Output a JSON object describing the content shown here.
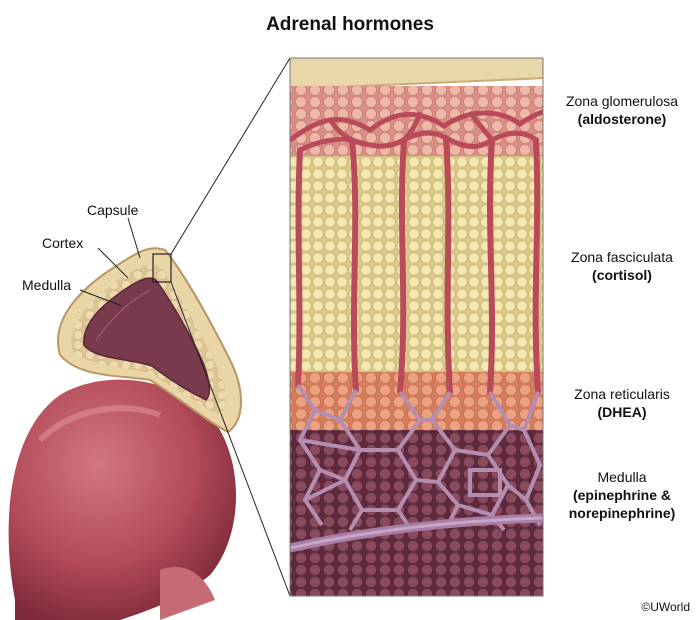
{
  "title": "Adrenal hormones",
  "gland_labels": {
    "capsule": "Capsule",
    "cortex": "Cortex",
    "medulla": "Medulla"
  },
  "zones": [
    {
      "name": "Zona glomerulosa",
      "hormone": "(aldosterone)"
    },
    {
      "name": "Zona fasciculata",
      "hormone": "(cortisol)"
    },
    {
      "name": "Zona reticularis",
      "hormone": "(DHEA)"
    },
    {
      "name": "Medulla",
      "hormone": "(epinephrine & norepinephrine)"
    }
  ],
  "copyright": "©UWorld",
  "colors": {
    "capsule": "#e8d7a8",
    "glomerulosa": "#e8b9a6",
    "fasciculata": "#efe3a6",
    "reticularis": "#e39a75",
    "medulla": "#7a3a4e",
    "vessel": "#b94a5a",
    "kidney": "#b5515f"
  }
}
